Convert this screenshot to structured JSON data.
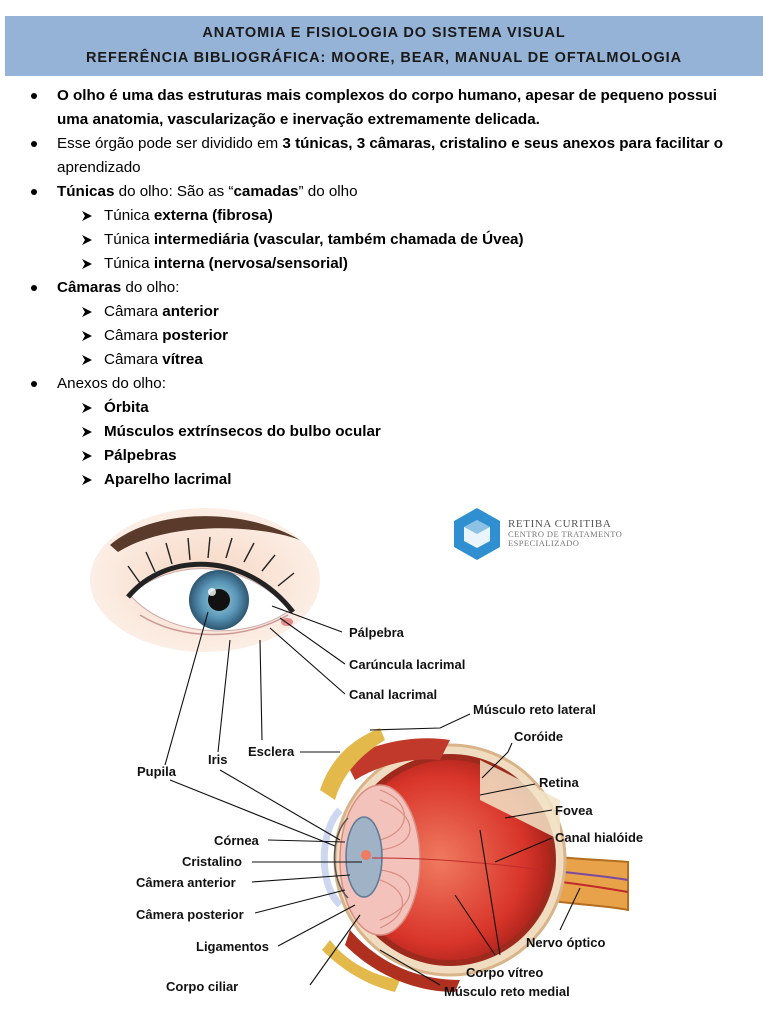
{
  "header": {
    "title": "ANATOMIA E FISIOLOGIA DO SISTEMA VISUAL",
    "reference": "REFERÊNCIA BIBLIOGRÁFICA: MOORE, BEAR, MANUAL DE OFTALMOLOGIA"
  },
  "intro": {
    "p1": "O olho é uma das estruturas mais complexos do corpo humano, apesar de pequeno possui uma anatomia, vascularização e inervação extremamente delicada.",
    "p2_a": "Esse órgão pode ser dividido em ",
    "p2_b": "3 túnicas, 3 câmaras, cristalino e seus anexos para facilitar o",
    "p2_c": " aprendizado"
  },
  "tunicas": {
    "t1": "Túnicas",
    "t2": " do olho: São as “",
    "t3": "camadas",
    "t4": "” do olho",
    "items": [
      {
        "pre": "Túnica ",
        "bold": "externa (fibrosa)"
      },
      {
        "pre": "Túnica ",
        "bold": "intermediária (vascular, também chamada de Úvea)"
      },
      {
        "pre": "Túnica ",
        "bold": "interna (nervosa/sensorial)"
      }
    ]
  },
  "camaras": {
    "t1": "Câmaras",
    "t2": " do olho:",
    "items": [
      {
        "pre": "Câmara ",
        "bold": "anterior"
      },
      {
        "pre": "Câmara ",
        "bold": "posterior"
      },
      {
        "pre": "Câmara ",
        "bold": "vítrea"
      }
    ]
  },
  "anexos": {
    "title": "Anexos do olho:",
    "items": [
      "Órbita",
      "Músculos extrínsecos do bulbo ocular",
      "Pálpebras",
      "Aparelho lacrimal"
    ]
  },
  "logo": {
    "name": "RETINA CURITIBA",
    "tag1": "CENTRO DE TRATAMENTO",
    "tag2": "ESPECIALIZADO"
  },
  "labels": {
    "palpebra": "Pálpebra",
    "caruncula": "Carúncula lacrimal",
    "canal_lacrimal": "Canal lacrimal",
    "musculo_lateral": "Músculo reto lateral",
    "coroide": "Coróide",
    "retina": "Retina",
    "fovea": "Fovea",
    "canal_hialoide": "Canal hialóide",
    "nervo_optico": "Nervo óptico",
    "corpo_vitreo": "Corpo vítreo",
    "musculo_medial": "Músculo reto medial",
    "esclera": "Esclera",
    "iris": "Iris",
    "pupila": "Pupila",
    "cornea": "Córnea",
    "cristalino": "Cristalino",
    "camera_anterior": "Câmera anterior",
    "camera_posterior": "Câmera posterior",
    "ligamentos": "Ligamentos",
    "corpo_ciliar": "Corpo ciliar"
  },
  "colors": {
    "header_bg": "#95b3d7",
    "logo_blue": "#2f8fd0",
    "iris": "#5a96b8",
    "globe": "#d9352a"
  }
}
